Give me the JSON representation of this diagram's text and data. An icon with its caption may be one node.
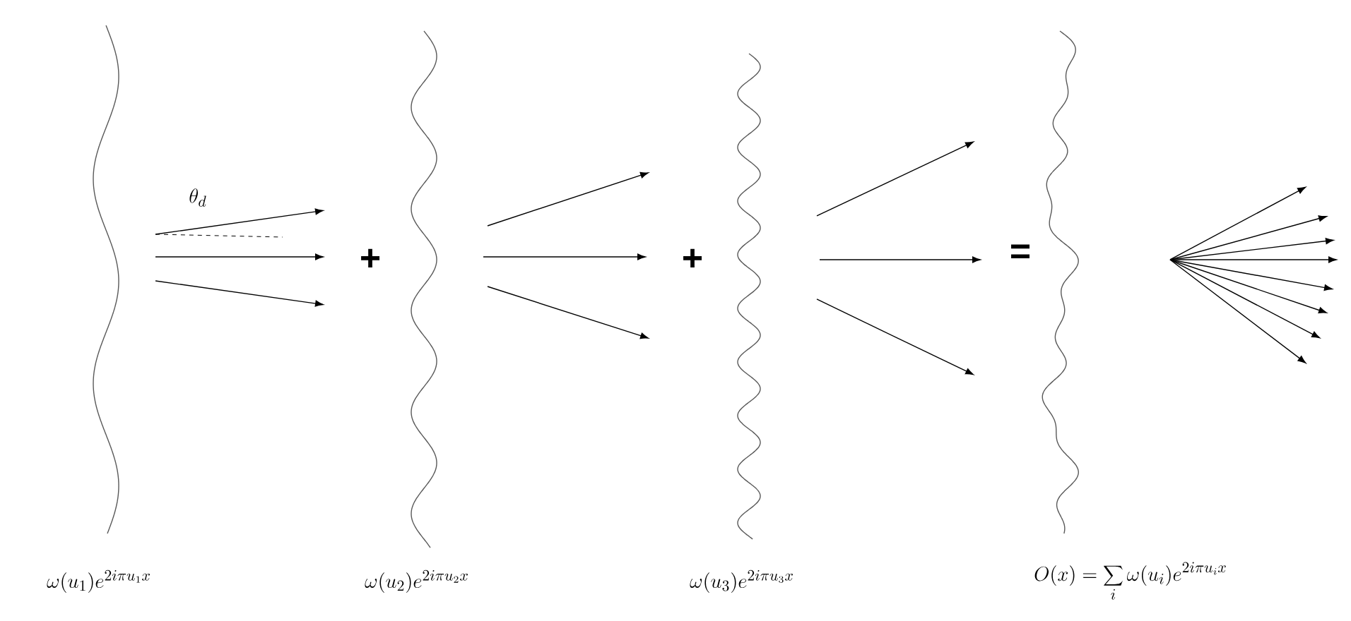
{
  "diagram": {
    "labels": [
      "\\theta_d",
      "+",
      "+",
      "=",
      "\\omega(u_1)e^{2i\\pi u_1 x}",
      "\\omega(u_2)e^{2i\\pi u_2 x}",
      "\\omega(u_3)e^{2i\\pi u_3 x}",
      "O(x)=\\sum_{i}\\omega(u_i)e^{2i\\pi u_i x}"
    ]
  }
}
